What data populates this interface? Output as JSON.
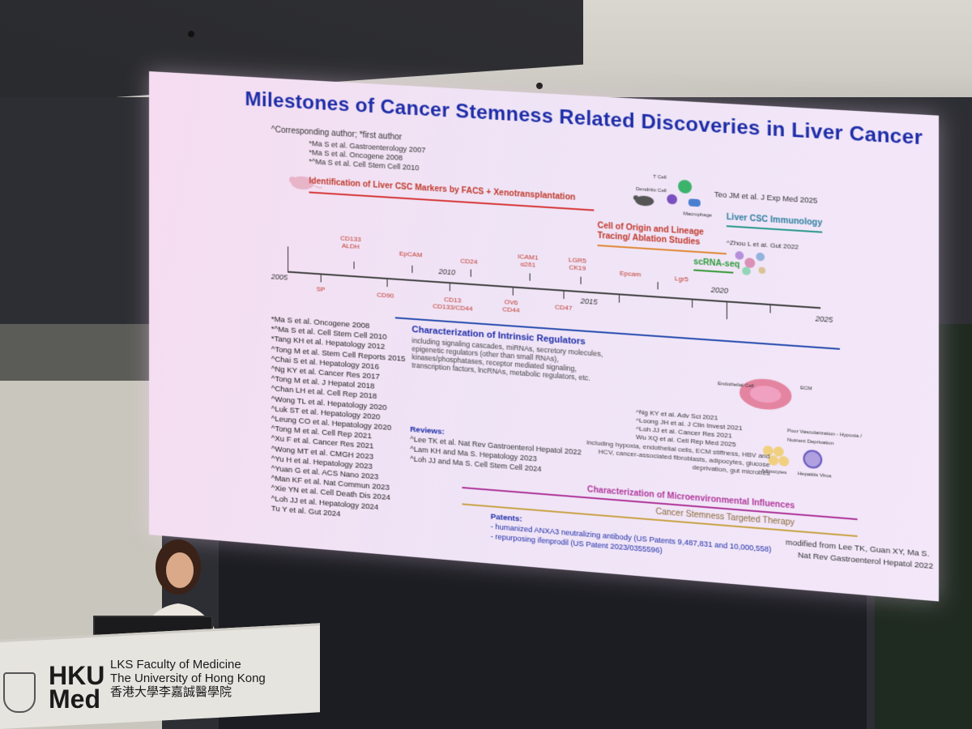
{
  "slide": {
    "title": "Milestones of Cancer Stemness Related Discoveries in Liver Cancer",
    "legend_note": "^Corresponding author; *first author",
    "top_refs": [
      "*Ma S et al. Gastroenterology 2007",
      "*Ma S et al. Oncogene 2008",
      "*^Ma S et al. Cell Stem Cell 2010"
    ],
    "csc_markers_heading": "Identification of Liver CSC Markers by FACS + Xenotransplantation",
    "lineage_heading": "Cell of Origin and Lineage Tracing/ Ablation Studies",
    "immunology_heading": "Liver CSC Immunology",
    "immunology_ref": "Teo JM et al. J Exp Med 2025",
    "immune_cells": [
      "T Cell",
      "Dendritic Cell",
      "Macrophage"
    ],
    "scrna_label": "scRNA-seq",
    "scrna_ref": "^Zhou L et al. Gut 2022",
    "years": [
      "2005",
      "2010",
      "2015",
      "2020",
      "2025"
    ],
    "markers_above": [
      "CD133\nALDH",
      "EpCAM",
      "CD24",
      "ICAM1\nα2δ1",
      "LGR5\nCK19",
      "Epcam",
      "Lgr5"
    ],
    "markers_below": [
      "SP",
      "CD90",
      "CD13\nCD133/CD44",
      "OV6\nCD44",
      "CD47"
    ],
    "intrinsic_heading": "Characterization of Intrinsic Regulators",
    "intrinsic_text": "including signaling cascades, miRNAs, secretory molecules, epigenetic regulators (other than small RNAs), kinases/phosphatases, receptor mediated signaling, transcription factors, lncRNAs, metabolic regulators, etc.",
    "refs_left": [
      "*Ma S et al. Oncogene 2008",
      "*^Ma S et al. Cell Stem Cell 2010",
      "*Tang KH et al. Hepatology 2012",
      "^Tong M et al. Stem Cell Reports 2015",
      "^Chai S et al. Hepatology 2016",
      "^Ng KY et al. Cancer Res 2017",
      "^Tong M et al. J Hepatol 2018",
      "^Chan LH et al. Cell Rep 2018",
      "^Wong TL et al. Hepatology 2020",
      "^Luk ST et al. Hepatology 2020",
      "^Leung CO et al. Hepatology 2020",
      "^Tong M et al. Cell Rep 2021",
      "^Xu F et al. Cancer Res 2021",
      "^Wong MT et al. CMGH 2023",
      "^Yu H et al. Hepatology 2023",
      "^Yuan G et al. ACS Nano 2023",
      "^Man KF et al. Nat Commun 2023",
      "^Xie YN et al. Cell Death Dis 2024",
      "^Loh JJ et al. Hepatology 2024",
      "Tu Y et al. Gut 2024"
    ],
    "reviews_heading": "Reviews:",
    "reviews": [
      "^Lee TK et al. Nat Rev Gastroenterol Hepatol 2022",
      "^Lam KH and Ma S. Hepatology 2023",
      "^Loh JJ and Ma S. Cell Stem Cell 2024"
    ],
    "micro_refs": [
      "^Ng KY et al. Adv Sci 2021",
      "^Loong JH et al. J Clin Invest 2021",
      "^Loh JJ et al. Cancer Res 2021",
      "Wu XQ et al. Cell Rep Med 2025"
    ],
    "micro_icons": [
      "Endothelial Cell",
      "ECM",
      "Poor Vascularization - Hypoxia / Nutrient Deprivation",
      "Adipocytes",
      "Hepatitis Virus"
    ],
    "micro_text": "including hypoxia, endothelial cells, ECM stiffness, HBV and HCV, cancer-associated fibroblasts, adipocytes, glucose deprivation, gut microbes",
    "micro_heading": "Characterization of Microenvironmental Influences",
    "therapy_heading": "Cancer Stemness Targeted Therapy",
    "patents_heading": "Patents:",
    "patents": [
      "- humanized ANXA3 neutralizing antibody (US Patents 9,487,831 and 10,000,558)",
      "- repurposing ifenprodil (US Patent 2023/0355596)"
    ],
    "credit_1": "modified from Lee TK, Guan XY, Ma S.",
    "credit_2": "Nat Rev Gastroenterol Hepatol 2022"
  },
  "podium": {
    "logo_1": "HKU",
    "logo_2": "Med",
    "faculty_1": "LKS Faculty of Medicine",
    "faculty_2": "The University of Hong Kong",
    "faculty_3": "香港大學李嘉誠醫學院"
  },
  "colors": {
    "title": "#1e2da8",
    "marker_red": "#c0392b",
    "csc_bar": "#d63a3a",
    "lineage_bar": "#e08a3a",
    "immunology_bar": "#2e9b8f",
    "scrna_bar": "#3a9b3a",
    "intrinsic_bar": "#2b4fb0",
    "micro_bar": "#b0399b",
    "therapy_bar": "#c9a44a"
  }
}
